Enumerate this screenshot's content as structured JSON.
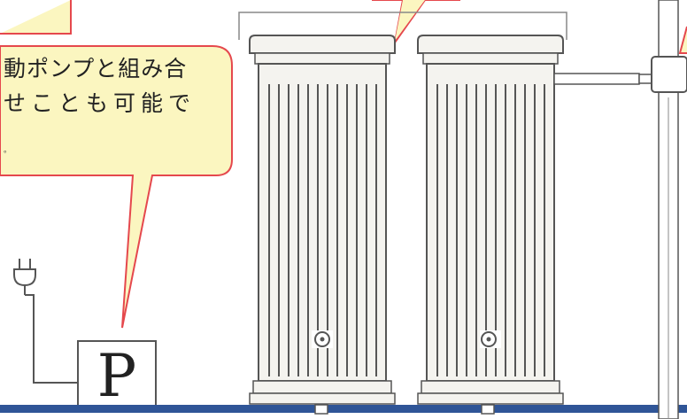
{
  "callout": {
    "line1": "動ポンプと組み合",
    "line2": "せことも可能で",
    "line3": "。"
  },
  "pump": {
    "label": "P"
  },
  "colors": {
    "bubble_fill": "#fbf6c0",
    "bubble_stroke": "#e5484d",
    "pipe": "#2f5597",
    "drawing_line": "#555555",
    "tank_fill": "#f4f3ef"
  },
  "icons": [
    "power-plug-icon",
    "tank-valve-icon"
  ]
}
